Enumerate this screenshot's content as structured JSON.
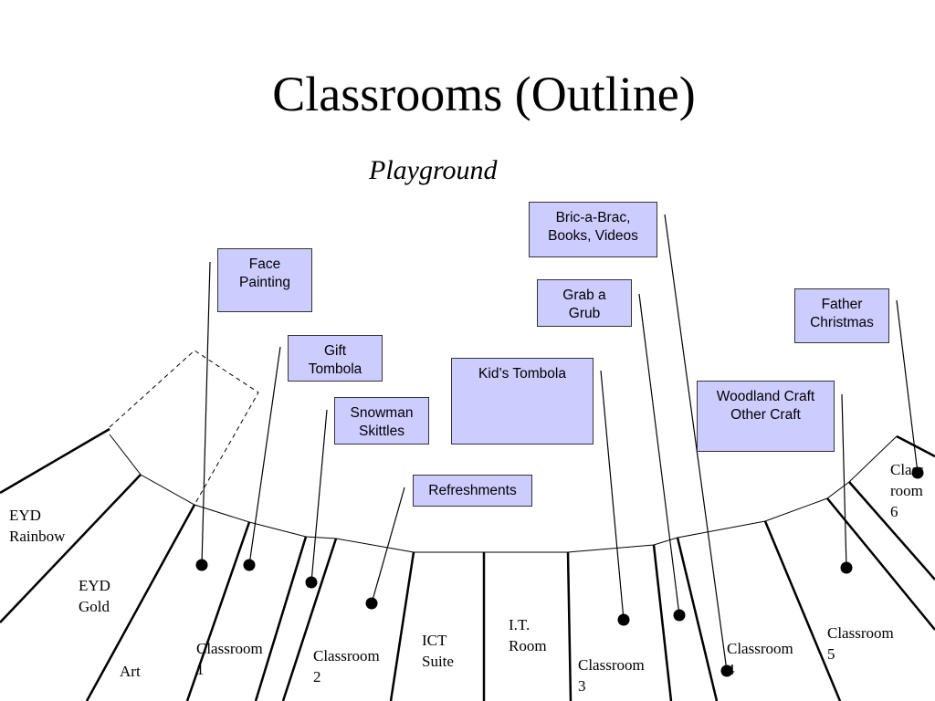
{
  "title": "Classrooms (Outline)",
  "subtitle": "Playground",
  "stalls": {
    "face_painting": "Face\nPainting",
    "gift_tombola": "Gift\nTombola",
    "snowman_skittles": "Snowman\nSkittles",
    "refreshments": "Refreshments",
    "kids_tombola": "Kid’s Tombola",
    "bric_a_brac": "Bric-a-Brac,\nBooks, Videos",
    "grab_a_grub": "Grab a\nGrub",
    "father_christmas": "Father\nChristmas",
    "woodland_craft": "Woodland Craft\nOther Craft"
  },
  "rooms": {
    "eyd_rainbow": "EYD\nRainbow",
    "eyd_gold": "EYD\nGold",
    "art": "Art",
    "classroom_1": "Classroom\n1",
    "classroom_2": "Classroom\n2",
    "ict_suite": "ICT\nSuite",
    "it_room": "I.T.\nRoom",
    "classroom_3": "Classroom\n3",
    "classroom_4": "Classroom\n4",
    "classroom_5": "Classroom\n5",
    "classroom_6": "Class\nroom\n6"
  },
  "colors": {
    "stall_fill": "#ccccff",
    "stall_border": "#333333",
    "line": "#000000"
  }
}
